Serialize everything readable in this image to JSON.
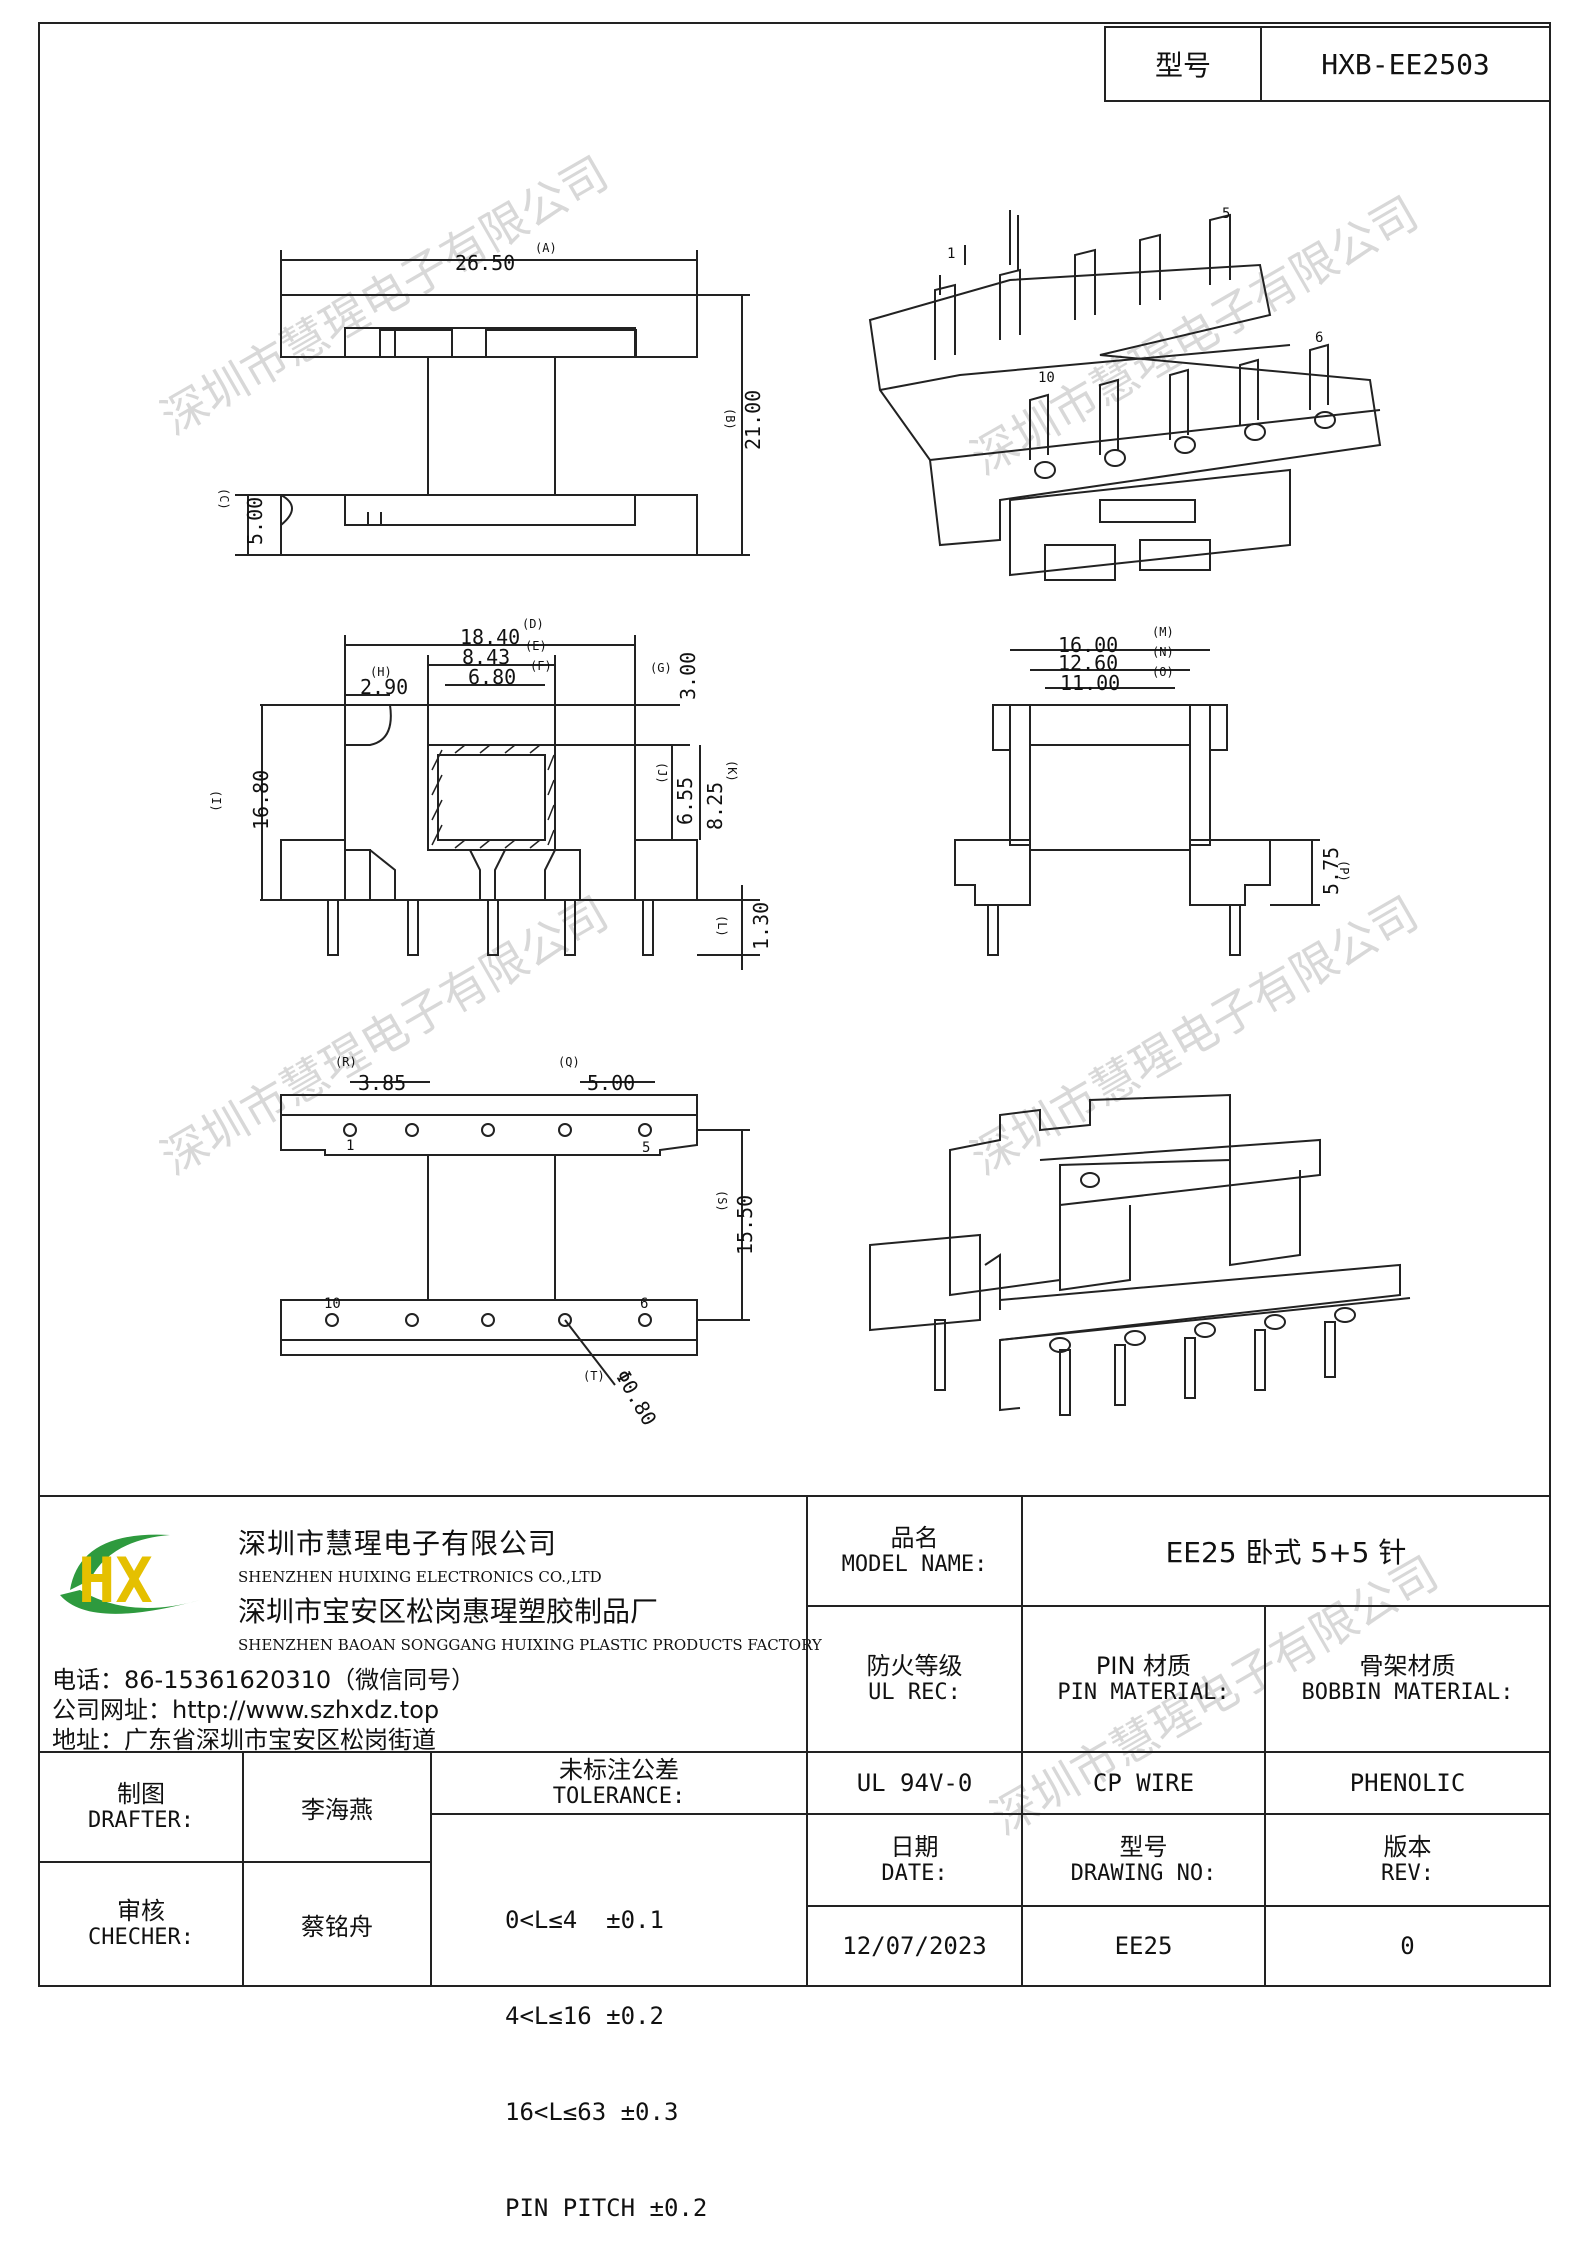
{
  "header": {
    "model_label": "型号",
    "model_value": "HXB-EE2503"
  },
  "watermark": "深圳市慧瑆电子有限公司",
  "dimensions": {
    "a": "26.50",
    "a_tag": "(A)",
    "b": "21.00",
    "b_tag": "(B)",
    "c": "5.00",
    "c_tag": "(C)",
    "d": "18.40",
    "d_tag": "(D)",
    "e": "8.43",
    "e_tag": "(E)",
    "f": "6.80",
    "f_tag": "(F)",
    "g": "3.00",
    "g_tag": "(G)",
    "h": "2.90",
    "h_tag": "(H)",
    "i": "16.80",
    "i_tag": "(I)",
    "j": "6.55",
    "j_tag": "(J)",
    "k": "8.25",
    "k_tag": "(K)",
    "l": "1.30",
    "l_tag": "(L)",
    "m": "16.00",
    "m_tag": "(M)",
    "n": "12.60",
    "n_tag": "(N)",
    "o": "11.00",
    "o_tag": "(O)",
    "p": "5.75",
    "p_tag": "(P)",
    "q": "5.00",
    "q_tag": "(Q)",
    "r": "3.85",
    "r_tag": "(R)",
    "s": "15.50",
    "s_tag": "(S)",
    "t": "Φ0.80",
    "t_tag": "(T)"
  },
  "pin_labels": {
    "p1": "1",
    "p5": "5",
    "p6": "6",
    "p10": "10"
  },
  "company": {
    "name_cn": "深圳市慧瑆电子有限公司",
    "name_en": "SHENZHEN HUIXING ELECTRONICS CO.,LTD",
    "factory_cn": "深圳市宝安区松岗惠瑆塑胶制品厂",
    "factory_en": "SHENZHEN BAOAN SONGGANG HUIXING PLASTIC PRODUCTS FACTORY",
    "phone": "电话：86-15361620310（微信同号）",
    "website": "公司网址：http://www.szhxdz.top",
    "address": "地址：广东省深圳市宝安区松岗街道",
    "logo_text": "HX"
  },
  "title_block": {
    "model_name_cn": "品名",
    "model_name_en": "MODEL NAME:",
    "model_name_value": "EE25 卧式 5+5 针",
    "ul_cn": "防火等级",
    "ul_en": "UL REC:",
    "pin_mat_cn": "PIN 材质",
    "pin_mat_en": "PIN MATERIAL:",
    "bobbin_mat_cn": "骨架材质",
    "bobbin_mat_en": "BOBBIN MATERIAL:",
    "ul_value": "UL 94V-0",
    "pin_value": "CP WIRE",
    "bobbin_value": "PHENOLIC",
    "date_cn": "日期",
    "date_en": "DATE:",
    "date_value": "12/07/2023",
    "drawing_cn": "型号",
    "drawing_en": "DRAWING NO:",
    "drawing_value": "EE25",
    "rev_cn": "版本",
    "rev_en": "REV:",
    "rev_value": "0",
    "drafter_cn": "制图",
    "drafter_en": "DRAFTER:",
    "drafter_value": "李海燕",
    "checker_cn": "审核",
    "checker_en": "CHECHER:",
    "checker_value": "蔡铭舟",
    "tol_cn": "未标注公差",
    "tol_en": "TOLERANCE:",
    "tol_lines": [
      "0<L≤4  ±0.1",
      "4<L≤16 ±0.2",
      "16<L≤63 ±0.3",
      "PIN PITCH ±0.2"
    ]
  },
  "colors": {
    "logo_green": "#2e9a3e",
    "logo_yellow": "#e5c000",
    "line": "#222222",
    "watermark": "#d8d8d8"
  }
}
